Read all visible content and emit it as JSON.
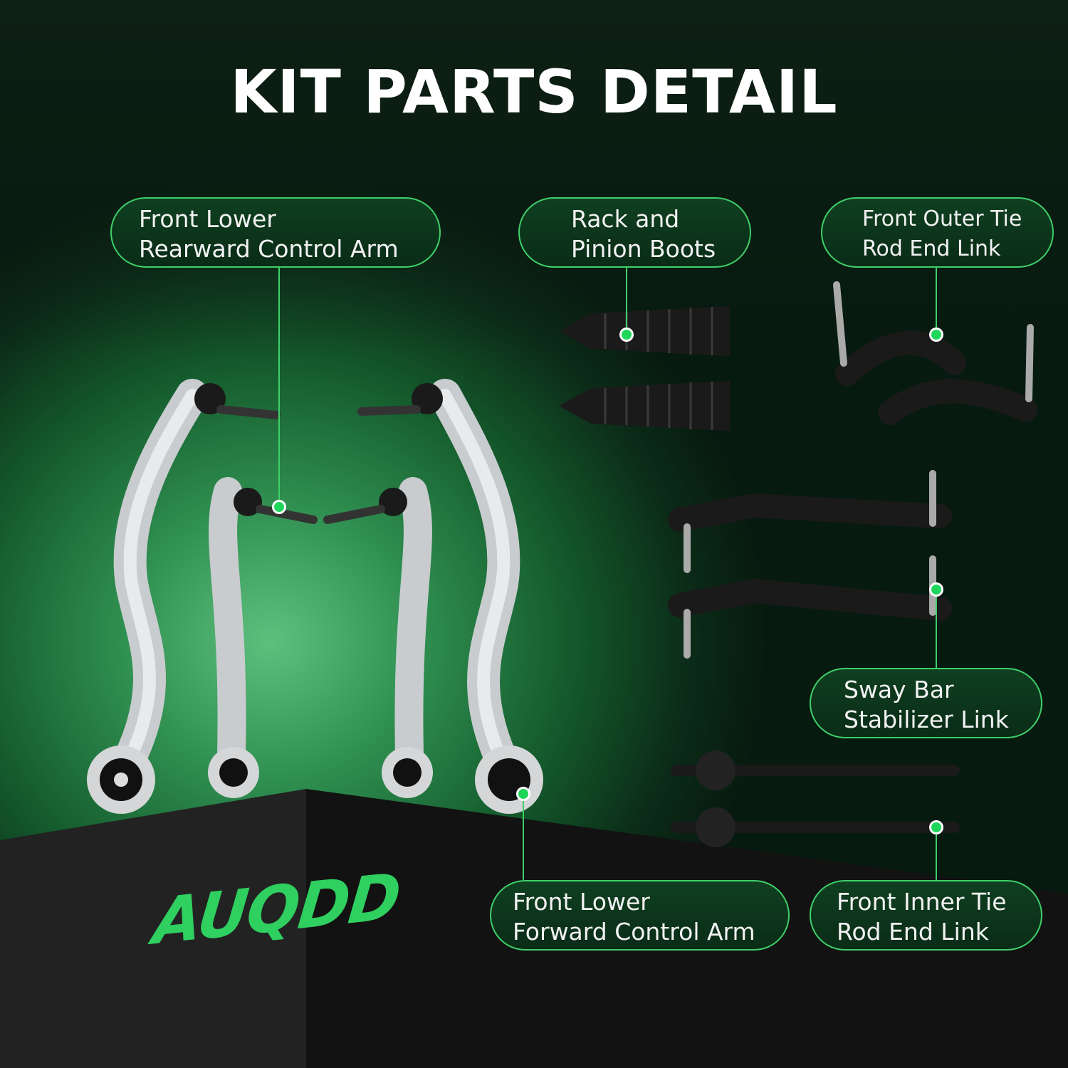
{
  "title": "KIT PARTS DETAIL",
  "labels": {
    "rearward": {
      "line1": "Front Lower",
      "line2": "Rearward Control Arm"
    },
    "boots": {
      "line1": "Rack and",
      "line2": "Pinion Boots"
    },
    "outer_tie": {
      "line1": "Front Outer Tie",
      "line2": "Rod End Link"
    },
    "sway": {
      "line1": "Sway Bar",
      "line2": "Stabilizer Link"
    },
    "forward": {
      "line1": "Front Lower",
      "line2": "Forward Control Arm"
    },
    "inner_tie": {
      "line1": "Front Inner Tie",
      "line2": "Rod End Link"
    }
  },
  "brand": {
    "logo_text": "AUQDD"
  },
  "colors": {
    "accent": "#3fcf6a",
    "dot": "#1ed65a",
    "background": "#0b2a17"
  }
}
